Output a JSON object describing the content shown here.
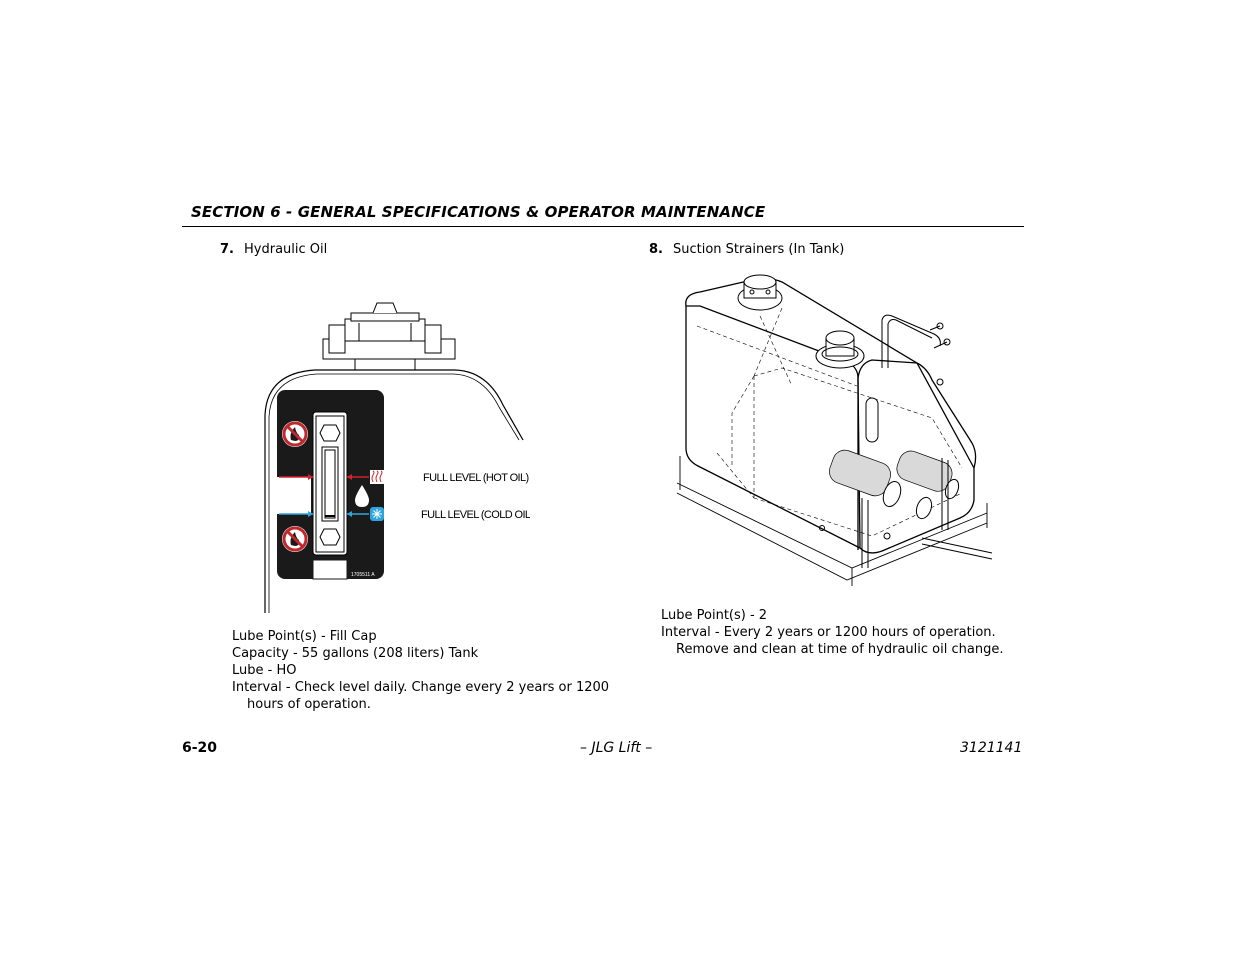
{
  "header": {
    "section_title": "SECTION 6 - GENERAL SPECIFICATIONS & OPERATOR MAINTENANCE"
  },
  "items": [
    {
      "number": "7.",
      "title": "Hydraulic Oil",
      "figure": {
        "hot_label": "FULL LEVEL (HOT OIL)",
        "cold_label": "FULL LEVEL (COLD OIL)",
        "decal_code": "1705511 A",
        "icons": [
          "no-fire-icon",
          "oil-drop-icon",
          "heat-icon",
          "snowflake-icon",
          "sight-gauge-icon"
        ]
      },
      "lines": [
        "Lube Point(s) - Fill Cap",
        "Capacity - 55 gallons (208 liters) Tank",
        "Lube - HO",
        "Interval - Check level daily. Change every 2 years or 1200",
        "hours of operation."
      ]
    },
    {
      "number": "8.",
      "title": "Suction Strainers (In Tank)",
      "lines": [
        "Lube Point(s) - 2",
        "Interval - Every 2 years or 1200 hours of operation.",
        "Remove and clean at time of hydraulic oil change."
      ]
    }
  ],
  "footer": {
    "page_number": "6-20",
    "center": "– JLG Lift –",
    "doc_number": "3121141"
  }
}
